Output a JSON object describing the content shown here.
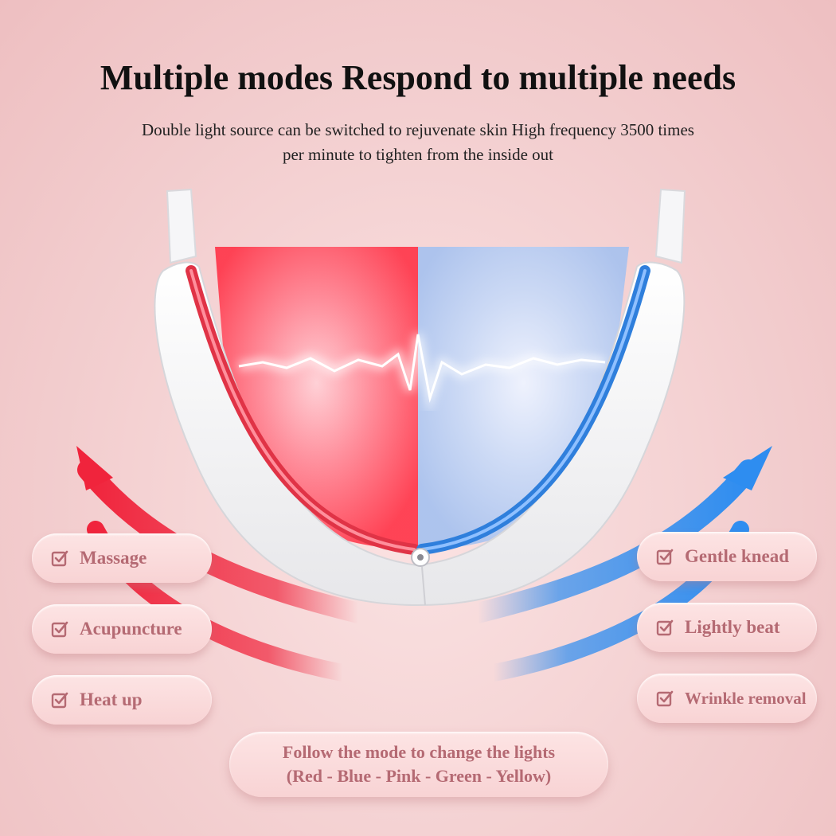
{
  "header": {
    "title": "Multiple modes Respond to multiple needs",
    "subtitle": "Double light source can be switched to rejuvenate skin High frequency 3500 times per minute to tighten from the inside out"
  },
  "colors": {
    "background": "#f3cfd0",
    "pill_text": "#b56a73",
    "red_light": "#ff3b4e",
    "blue_light": "#3f8fe6"
  },
  "features_left": [
    {
      "label": "Massage",
      "icon": "checkbox-icon"
    },
    {
      "label": "Acupuncture",
      "icon": "checkbox-icon"
    },
    {
      "label": "Heat up",
      "icon": "checkbox-icon"
    }
  ],
  "features_right": [
    {
      "label": "Gentle knead",
      "icon": "checkbox-icon"
    },
    {
      "label": "Lightly beat",
      "icon": "checkbox-icon"
    },
    {
      "label": "Wrinkle removal",
      "icon": "checkbox-icon"
    }
  ],
  "footer": {
    "line1": "Follow the mode to change the lights",
    "line2": "(Red - Blue - Pink - Green - Yellow)"
  }
}
